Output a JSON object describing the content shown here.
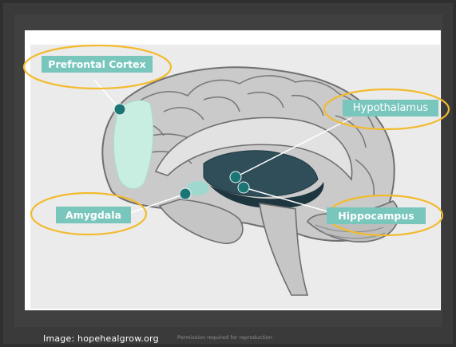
{
  "labels": {
    "prefrontal_cortex": "Prefrontal Cortex",
    "hypothalamus": "Hypothalamus",
    "amygdala": "Amygdala",
    "hippocampus": "Hippocampus"
  },
  "footer": {
    "credit": "Image: hopehealgrow.org",
    "permission": "Permission required for reproduction"
  },
  "colors": {
    "label_fill": "#79c6bd",
    "highlight_ring": "#f2bb2e",
    "marker": "#1b7575",
    "brain": "#c9c9c9",
    "brain_outline": "#6f6f6f",
    "cortex_highlight": "#c8eee2"
  }
}
